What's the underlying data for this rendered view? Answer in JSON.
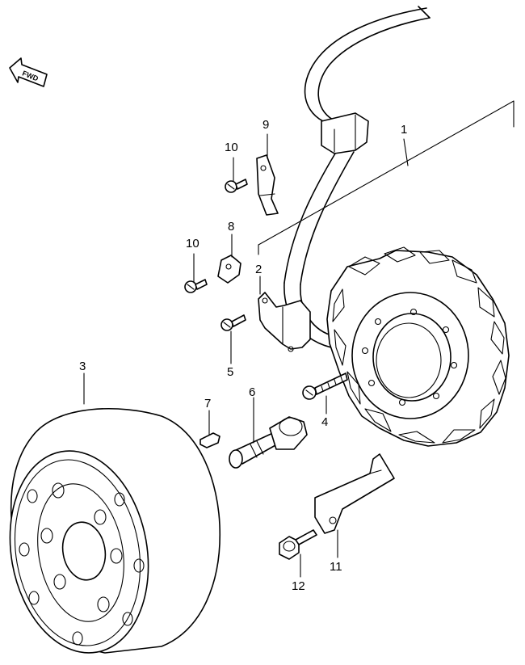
{
  "fwd_label": "FWD",
  "callouts": {
    "c1": "1",
    "c2": "2",
    "c3": "3",
    "c4": "4",
    "c5": "5",
    "c6": "6",
    "c7": "7",
    "c8": "8",
    "c9": "9",
    "c10a": "10",
    "c10b": "10",
    "c11": "11",
    "c12": "12"
  },
  "colors": {
    "ink": "#000000",
    "paper": "#ffffff"
  }
}
